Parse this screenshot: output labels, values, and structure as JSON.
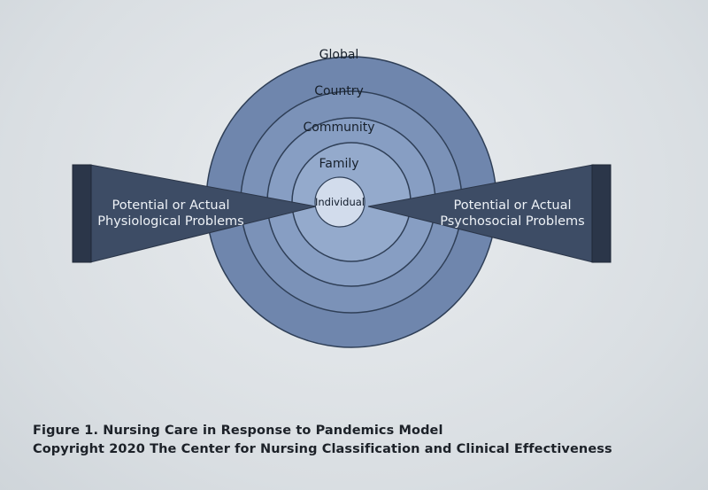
{
  "diagram": {
    "rings": [
      {
        "label": "Global",
        "fill": "#6f86ad"
      },
      {
        "label": "Country",
        "fill": "#7b92b8"
      },
      {
        "label": "Community",
        "fill": "#879ec3"
      },
      {
        "label": "Family",
        "fill": "#94aacc"
      },
      {
        "label": "Individual",
        "fill": "#d2dcec"
      }
    ],
    "left_wedge": {
      "lines": [
        "Potential or Actual",
        "Physiological Problems"
      ]
    },
    "right_wedge": {
      "lines": [
        "Potential or Actual",
        "Psychosocial Problems"
      ]
    },
    "colors": {
      "ring_stroke": "#2f3f57",
      "wedge_fill": "#3d4c65",
      "wedge_cap": "#2b3649"
    }
  },
  "caption": {
    "title": "Figure 1.  Nursing Care in Response to Pandemics Model",
    "copyright": "Copyright 2020 The Center for Nursing Classification and Clinical Effectiveness"
  }
}
